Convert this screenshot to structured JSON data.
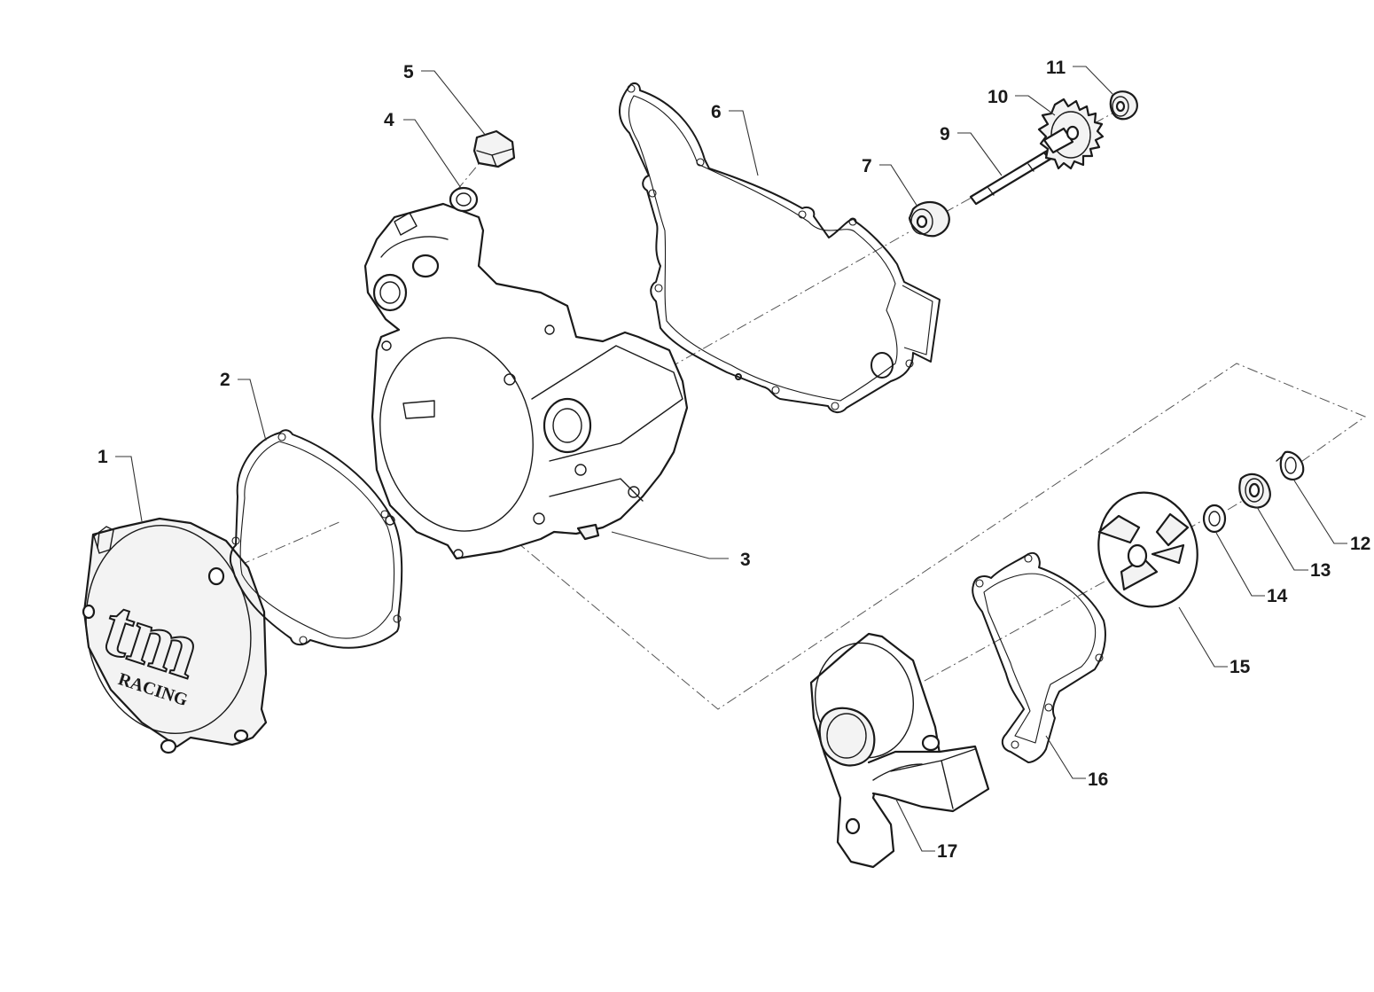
{
  "logo": {
    "brand": "tm",
    "sub": "RACING"
  },
  "callouts": [
    {
      "id": "1",
      "label": "1"
    },
    {
      "id": "2",
      "label": "2"
    },
    {
      "id": "3",
      "label": "3"
    },
    {
      "id": "4",
      "label": "4"
    },
    {
      "id": "5",
      "label": "5"
    },
    {
      "id": "6",
      "label": "6"
    },
    {
      "id": "7",
      "label": "7"
    },
    {
      "id": "9",
      "label": "9"
    },
    {
      "id": "10",
      "label": "10"
    },
    {
      "id": "11",
      "label": "11"
    },
    {
      "id": "12",
      "label": "12"
    },
    {
      "id": "13",
      "label": "13"
    },
    {
      "id": "14",
      "label": "14"
    },
    {
      "id": "15",
      "label": "15"
    },
    {
      "id": "16",
      "label": "16"
    },
    {
      "id": "17",
      "label": "17"
    }
  ]
}
